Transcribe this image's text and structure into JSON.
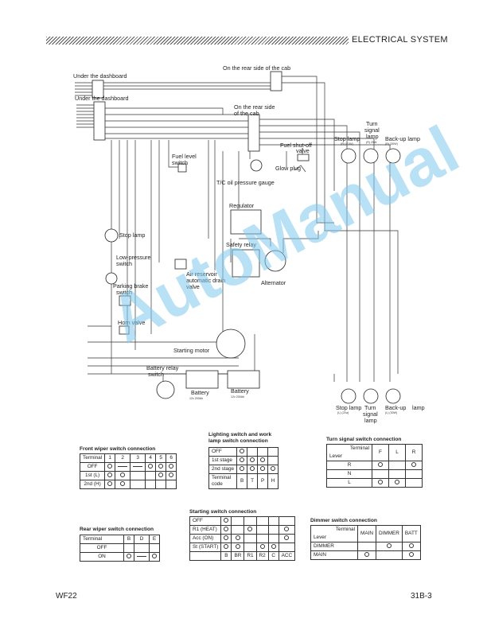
{
  "header": {
    "section": "ELECTRICAL SYSTEM"
  },
  "watermark": "AutoManual",
  "footer": {
    "model": "WF22",
    "page": "31B-3"
  },
  "labels": {
    "under_dash_1": "Under the dashboard",
    "under_dash_2": "Under the dashboard",
    "rear_cab_1": "On the rear side of the cab",
    "rear_cab_2a": "On the rear side",
    "rear_cab_2b": "of the cab",
    "fuel_level_a": "Fuel level",
    "fuel_level_b": "switch",
    "fuel_shutoff_a": "Fuel shut-off",
    "fuel_shutoff_b": "valve",
    "glow_plug": "Glow plug",
    "tc_oil": "T/C oil pressure gauge",
    "regulator": "Regulator",
    "safety_relay": "Safety relay",
    "alternator": "Alternator",
    "stop_lamp_left": "Stop lamp",
    "low_pressure_a": "Low-pressure",
    "low_pressure_b": "switch",
    "parking_a": "Parking brake",
    "parking_b": "switch",
    "air_res_a": "Air reservoir",
    "air_res_b": "automatic drain",
    "air_res_c": "valve",
    "horn_valve": "Horn valve",
    "starting_motor": "Starting motor",
    "batt_relay_a": "Battery relay",
    "batt_relay_b": "switch",
    "battery_1": "Battery",
    "battery_2": "Battery",
    "battery_1_spec": "12v 200Ah",
    "battery_2_spec": "12v 200Ah",
    "stop_lamp_r": "Stop lamp",
    "stop_lamp_r_spec": "(R) (21W)",
    "turn_r_a": "Turn",
    "turn_r_b": "signal",
    "turn_r_c": "lamp",
    "turn_r_spec": "(R) 25W",
    "backup_r": "Back-up lamp",
    "backup_r_spec": "(R) (30W)",
    "stop_lamp_l": "Stop lamp",
    "stop_lamp_l_spec": "(L) (21w)",
    "turn_l_a": "Turn",
    "turn_l_b": "signal",
    "turn_l_c": "lamp",
    "backup_l": "Back-up",
    "backup_l_spec": "(L) (30W)",
    "lamp_word": "lamp"
  },
  "tables": {
    "front_wiper": {
      "title": "Front wiper switch connection",
      "header": [
        "Terminal",
        "1",
        "2",
        "3",
        "4",
        "5",
        "6"
      ],
      "rows": [
        "OFF",
        "1st (L)",
        "2nd (H)"
      ]
    },
    "lighting": {
      "title_a": "Lighting switch and work",
      "title_b": "lamp switch connection",
      "rows": [
        "OFF",
        "1st stage",
        "2nd stage"
      ],
      "code_a": "Terminal",
      "code_b": "code",
      "codes": [
        "B",
        "T",
        "P",
        "H"
      ]
    },
    "turn_signal": {
      "title": "Turn signal switch connection",
      "terminal": "Terminal",
      "lever": "Lever",
      "cols": [
        "F",
        "L",
        "R"
      ],
      "rows": [
        "R",
        "N",
        "L"
      ]
    },
    "rear_wiper": {
      "title": "Rear wiper switch connection",
      "header": [
        "Terminal",
        "B",
        "D",
        "E"
      ],
      "rows": [
        "OFF",
        "ON"
      ]
    },
    "starting": {
      "title": "Starting switch connection",
      "rows": [
        "OFF",
        "R1 (HEAT)",
        "Acc (ON)",
        "St (START)"
      ],
      "cols": [
        "B",
        "BR",
        "R1",
        "R2",
        "C",
        "ACC"
      ]
    },
    "dimmer": {
      "title": "Dimmer switch connection",
      "terminal": "Terminal",
      "lever": "Lever",
      "cols": [
        "MAIN",
        "DIMMER",
        "BATT"
      ],
      "rows": [
        "DIMMER",
        "MAIN"
      ]
    }
  }
}
